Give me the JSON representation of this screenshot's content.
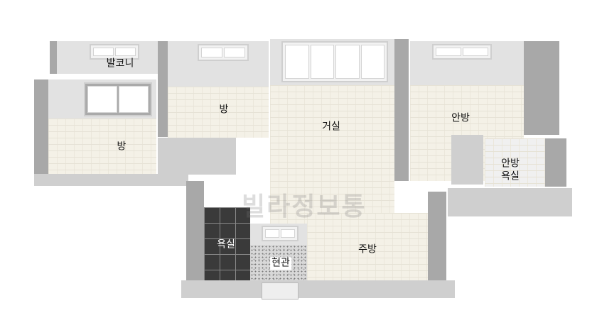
{
  "rooms": {
    "balcony": "발코니",
    "room_left": "방",
    "room_middle": "방",
    "living": "거실",
    "master": "안방",
    "master_bath": "안방\n욕실",
    "bath": "욕실",
    "entrance": "현관",
    "kitchen": "주방"
  },
  "watermark": "빌라정보통"
}
